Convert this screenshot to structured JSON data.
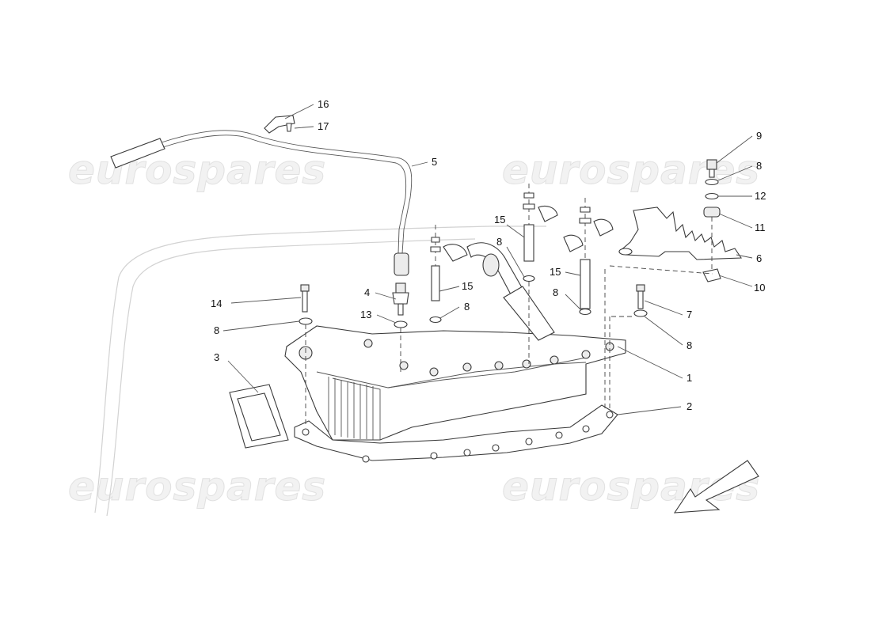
{
  "watermark": "eurospares",
  "callouts": {
    "c1": "1",
    "c2": "2",
    "c3": "3",
    "c4": "4",
    "c5": "5",
    "c6": "6",
    "c7": "7",
    "c8a": "8",
    "c8b": "8",
    "c8c": "8",
    "c8d": "8",
    "c8e": "8",
    "c8f": "8",
    "c9": "9",
    "c10": "10",
    "c11": "11",
    "c12": "12",
    "c13": "13",
    "c14": "14",
    "c15a": "15",
    "c15b": "15",
    "c15c": "15",
    "c16": "16",
    "c17": "17"
  }
}
